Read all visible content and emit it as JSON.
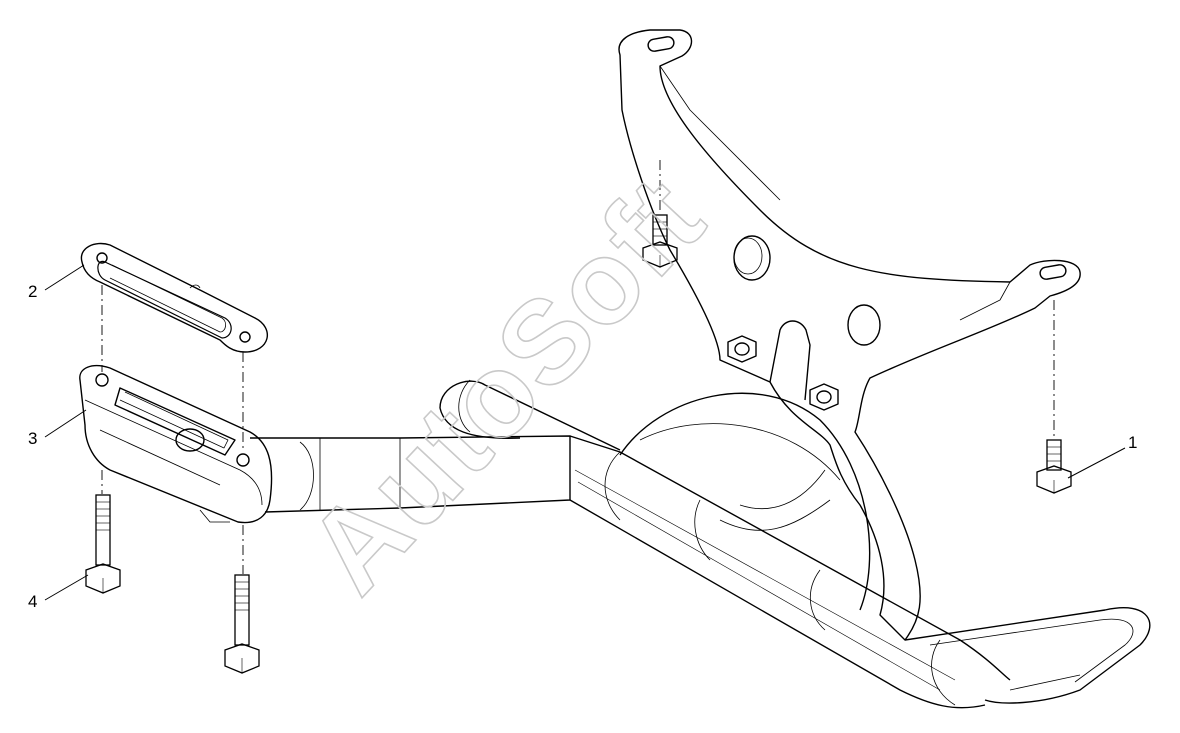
{
  "diagram": {
    "callouts": [
      {
        "id": "1",
        "label": "1"
      },
      {
        "id": "2",
        "label": "2"
      },
      {
        "id": "3",
        "label": "3"
      },
      {
        "id": "4",
        "label": "4"
      }
    ],
    "watermark": "AutoSoft",
    "colors": {
      "line": "#000000",
      "watermark": "#c9c9c9",
      "background": "#ffffff"
    }
  }
}
